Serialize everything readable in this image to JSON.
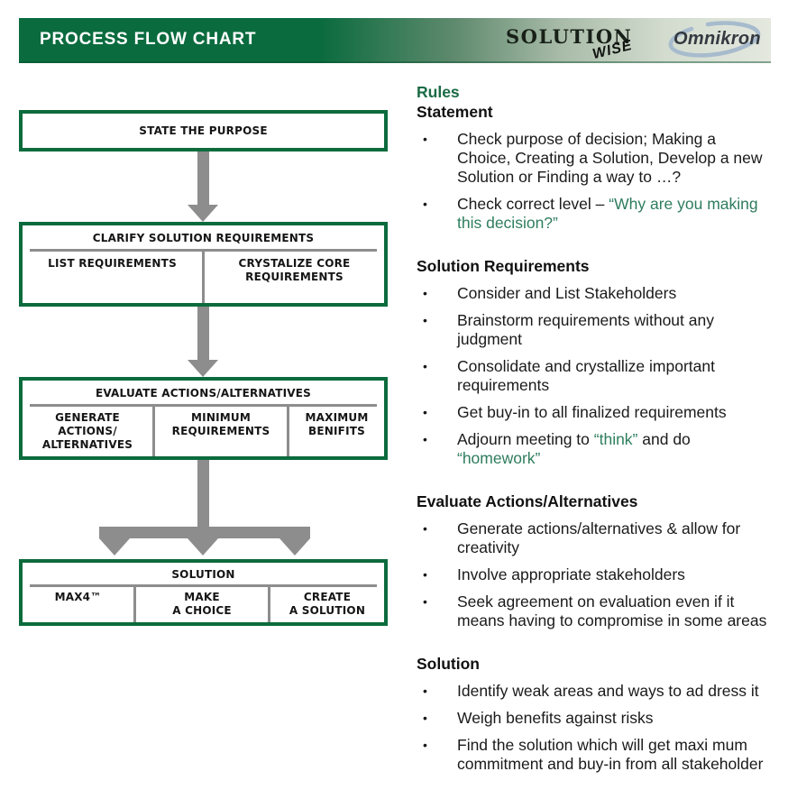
{
  "header": {
    "title": "PROCESS FLOW CHART",
    "solution_logo": {
      "line1": "SOLUTION",
      "line2": "WISE"
    },
    "omnikron_logo": "Omnikron",
    "colors": {
      "bar_green": "#0A6B3E",
      "bar_light": "#E4E8DF",
      "swoosh_blue": "#A7BBCD"
    }
  },
  "flowchart": {
    "colors": {
      "border_green": "#0C6B3D",
      "arrow_gray": "#8D8D8D"
    },
    "boxes": [
      {
        "title": "STATE THE PURPOSE",
        "cells": []
      },
      {
        "title": "CLARIFY SOLUTION REQUIREMENTS",
        "cells": [
          "LIST REQUIREMENTS",
          "CRYSTALIZE CORE\nREQUIREMENTS"
        ]
      },
      {
        "title": "EVALUATE ACTIONS/ALTERNATIVES",
        "cells": [
          "GENERATE\nACTIONS/\nALTERNATIVES",
          "MINIMUM\nREQUIREMENTS",
          "MAXIMUM\nBENIFITS"
        ]
      },
      {
        "title": "SOLUTION",
        "cells": [
          "MAX4™",
          "MAKE\nA CHOICE",
          "CREATE\nA SOLUTION"
        ]
      }
    ]
  },
  "rules": {
    "title": "Rules",
    "bullet_char": "•",
    "colors": {
      "heading_green": "#1A6B45",
      "inline_green": "#2E7D5E"
    },
    "sections": [
      {
        "heading": "Statement",
        "bullets": [
          {
            "segments": [
              {
                "text": "Check purpose of decision; Making a Choice, Creating a Solution, Develop a new Solution or Finding a way to …?"
              }
            ]
          },
          {
            "segments": [
              {
                "text": "Check correct level – "
              },
              {
                "text": "“Why are you making this decision?”",
                "green": true
              }
            ]
          }
        ]
      },
      {
        "heading": "Solution Requirements",
        "bullets": [
          {
            "segments": [
              {
                "text": "Consider and List Stakeholders"
              }
            ]
          },
          {
            "segments": [
              {
                "text": "Brainstorm requirements without any judgment"
              }
            ]
          },
          {
            "segments": [
              {
                "text": "Consolidate and crystallize important requirements"
              }
            ]
          },
          {
            "segments": [
              {
                "text": "Get buy-in to all finalized requirements"
              }
            ]
          },
          {
            "segments": [
              {
                "text": "Adjourn meeting to "
              },
              {
                "text": "“think”",
                "green": true
              },
              {
                "text": " and do "
              },
              {
                "text": "“homework”",
                "green": true
              }
            ]
          }
        ]
      },
      {
        "heading": "Evaluate Actions/Alternatives",
        "bullets": [
          {
            "segments": [
              {
                "text": "Generate actions/alternatives & allow for creativity"
              }
            ]
          },
          {
            "segments": [
              {
                "text": "Involve appropriate stakeholders"
              }
            ]
          },
          {
            "segments": [
              {
                "text": "Seek agreement on evaluation even if it means having to compromise in some areas"
              }
            ]
          }
        ]
      },
      {
        "heading": "Solution",
        "bullets": [
          {
            "segments": [
              {
                "text": "Identify weak areas and ways to ad dress it"
              }
            ]
          },
          {
            "segments": [
              {
                "text": "Weigh benefits against risks"
              }
            ]
          },
          {
            "segments": [
              {
                "text": "Find the solution which will get maxi mum commitment and buy-in from all stakeholder"
              }
            ]
          }
        ]
      }
    ]
  }
}
